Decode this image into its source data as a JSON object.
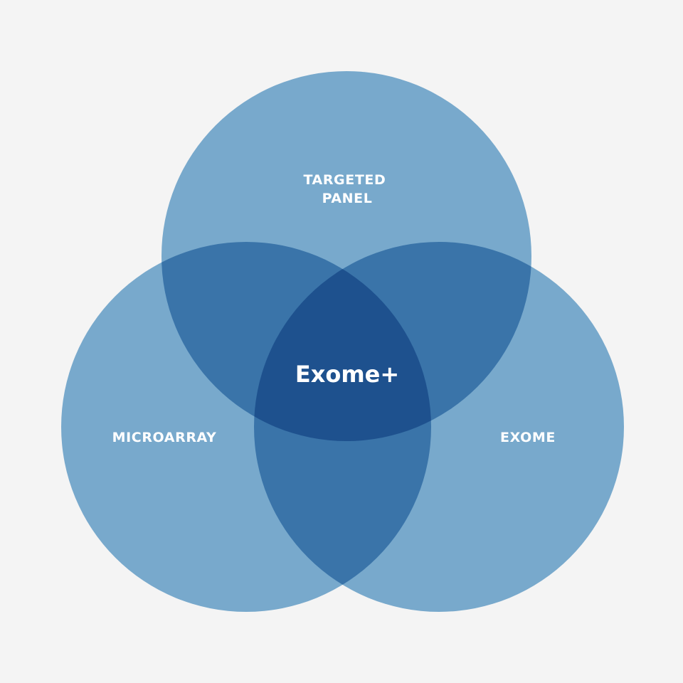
{
  "diagram": {
    "type": "venn-3",
    "colors": {
      "background": "#f4f4f4",
      "single": "#78a9cc",
      "double": "#3a74a9",
      "triple": "#1e518e",
      "text": "#ffffff"
    },
    "sets": [
      {
        "id": "targeted-panel",
        "lines": [
          "TARGETED",
          "PANEL"
        ]
      },
      {
        "id": "microarray",
        "lines": [
          "MICROARRAY"
        ]
      },
      {
        "id": "exome",
        "lines": [
          "EXOME"
        ]
      }
    ],
    "intersection": {
      "label": "Exome+"
    }
  }
}
